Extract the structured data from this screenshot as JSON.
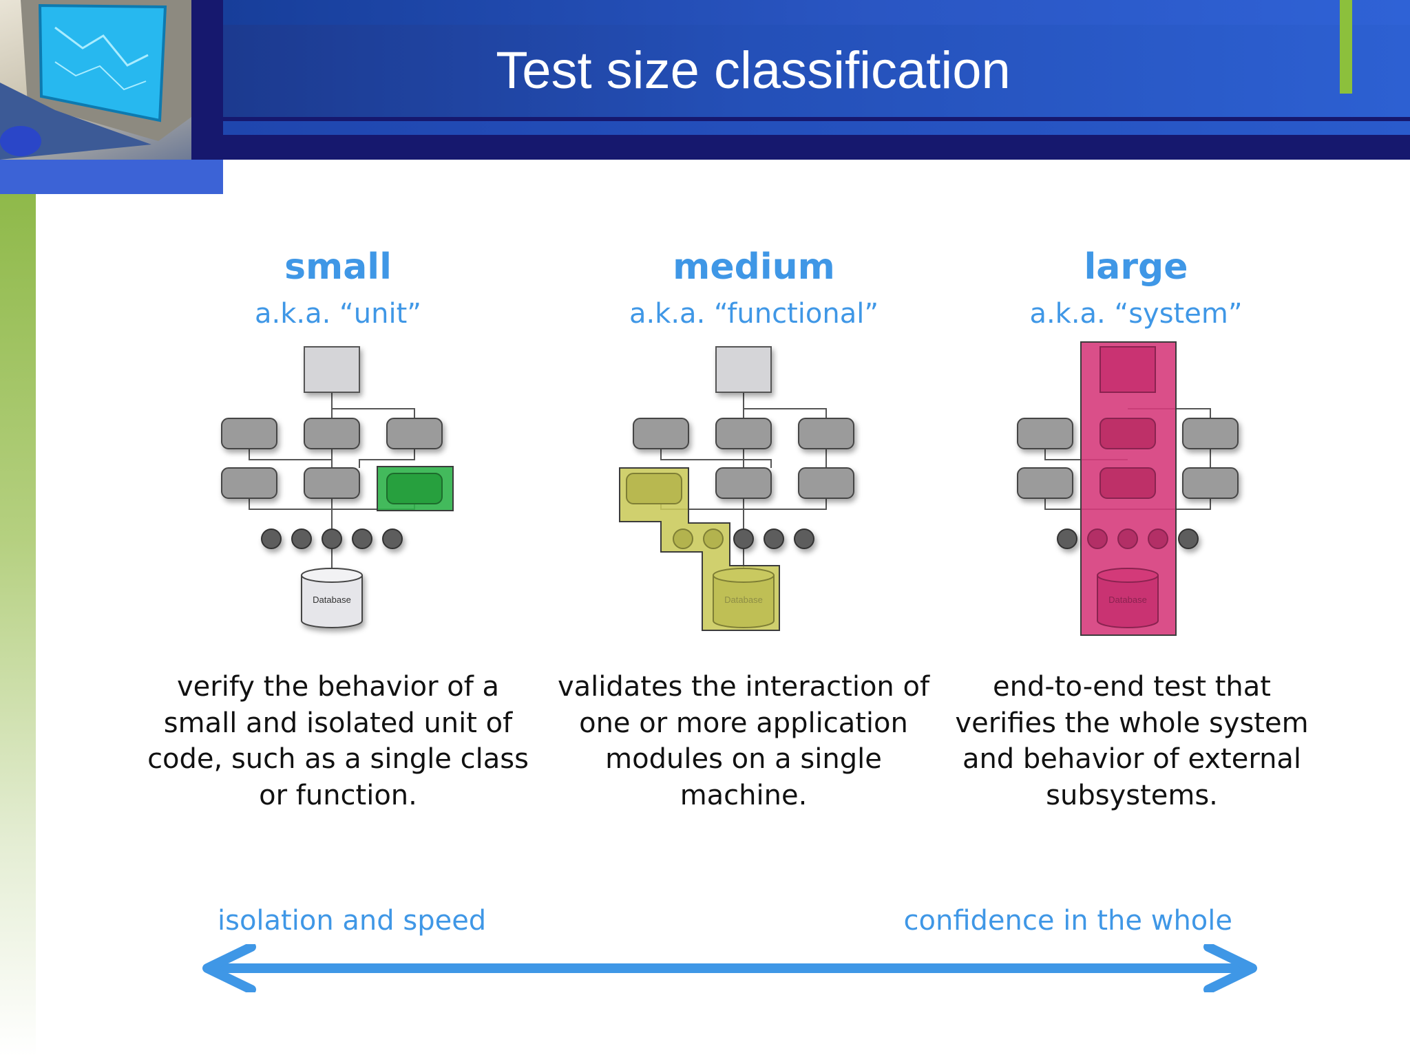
{
  "slide": {
    "title": "Test size classification"
  },
  "columns": [
    {
      "name": "small",
      "aka": "a.k.a. “unit”",
      "description": "verify the behavior of a small and isolated unit of code, such as a single class or function.",
      "highlight_color": "#2fb24a"
    },
    {
      "name": "medium",
      "aka": "a.k.a. “functional”",
      "description": "validates the interaction of one or more application modules on a single machine.",
      "highlight_color": "#c9c95a"
    },
    {
      "name": "large",
      "aka": "a.k.a. “system”",
      "description": "end-to-end test that verifies the whole system and behavior of external subsystems.",
      "highlight_color": "#d63c7c"
    }
  ],
  "diagram": {
    "database_label": "Database"
  },
  "axis": {
    "left_label": "isolation and speed",
    "right_label": "confidence in the whole"
  },
  "colors": {
    "accent_text": "#3f97e6",
    "header_blue": "#2450b8",
    "accent_green": "#8cc03c"
  }
}
